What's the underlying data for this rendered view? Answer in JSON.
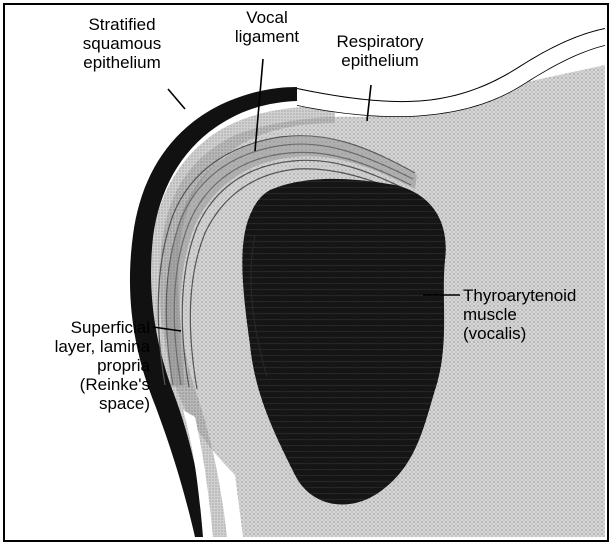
{
  "labels": {
    "stratified": [
      "Stratified",
      "squamous",
      "epithelium"
    ],
    "vocal": [
      "Vocal",
      "ligament"
    ],
    "respiratory": [
      "Respiratory",
      "epithelium"
    ],
    "superficial": [
      "Superficial",
      "layer, lamina",
      "propria",
      "(Reinke's",
      "space)"
    ],
    "thyroarytenoid": [
      "Thyroarytenoid",
      "muscle",
      "(vocalis)"
    ]
  },
  "colors": {
    "epithelium": "#111111",
    "lamina": "#bdbdbd",
    "ligament": "#8a8a8a",
    "muscle": "#161616",
    "outline": "#000000"
  }
}
